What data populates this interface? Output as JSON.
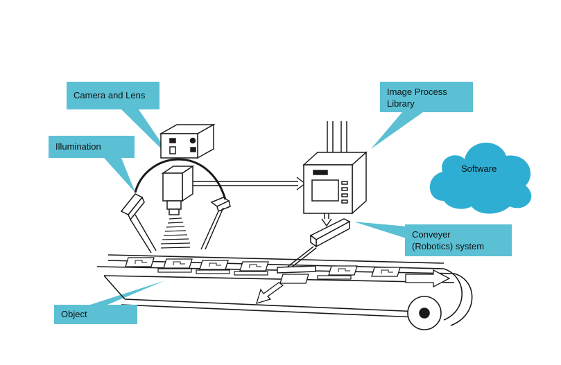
{
  "labels": {
    "camera": "Camera and Lens",
    "illumination": "Illumination",
    "image_process": "Image Process\nLibrary",
    "conveyer": "Conveyer\n(Robotics) system",
    "object": "Object",
    "software": "Software"
  },
  "colors": {
    "callout": "#5bc0d4",
    "cloud": "#2eaed3",
    "line": "#1a1a1a"
  }
}
